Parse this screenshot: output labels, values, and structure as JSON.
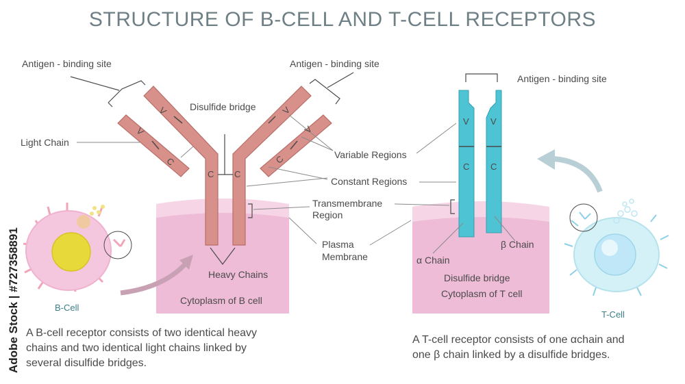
{
  "title": "STRUCTURE OF B-CELL AND T-CELL RECEPTORS",
  "bcell": {
    "antigen_left": "Antigen - binding site",
    "antigen_right": "Antigen - binding site",
    "light_chain": "Light Chain",
    "disulfide_bridge": "Disulfide bridge",
    "variable_regions": "Variable Regions",
    "constant_regions": "Constant Regions",
    "transmembrane_1": "Transmembrane",
    "transmembrane_2": "Region",
    "plasma_1": "Plasma",
    "plasma_2": "Membrane",
    "heavy_chains": "Heavy Chains",
    "cytoplasm": "Cytoplasm of B cell",
    "cell_name": "B-Cell",
    "v": "V",
    "c": "C",
    "caption_1": "A B-cell receptor consists of two identical heavy",
    "caption_2": "chains and two identical light chains linked by",
    "caption_3": "several disulfide bridges."
  },
  "tcell": {
    "antigen": "Antigen - binding site",
    "alpha_chain": "α Chain",
    "beta_chain": "β Chain",
    "disulfide_bridge": "Disulfide bridge",
    "cytoplasm": "Cytoplasm of T cell",
    "cell_name": "T-Cell",
    "v": "V",
    "c": "C",
    "caption_1": "A T-cell receptor consists of one  αchain and",
    "caption_2": "one  β chain linked by a disulfide bridges."
  },
  "watermark": "Adobe Stock | #727358891",
  "colors": {
    "title": "#6e7f86",
    "antibody": "#d8908a",
    "antibody_stroke": "#b86e68",
    "tcr": "#4ec3d3",
    "membrane_top": "#f6d6e6",
    "cytoplasm": "#efbcd7",
    "bcell_body": "#f5c7de",
    "nucleus_b": "#e8d93a",
    "tcell_body": "#d3f1f6",
    "nucleus_t": "#bfe7f7",
    "arrow": "#b9cfd6"
  }
}
